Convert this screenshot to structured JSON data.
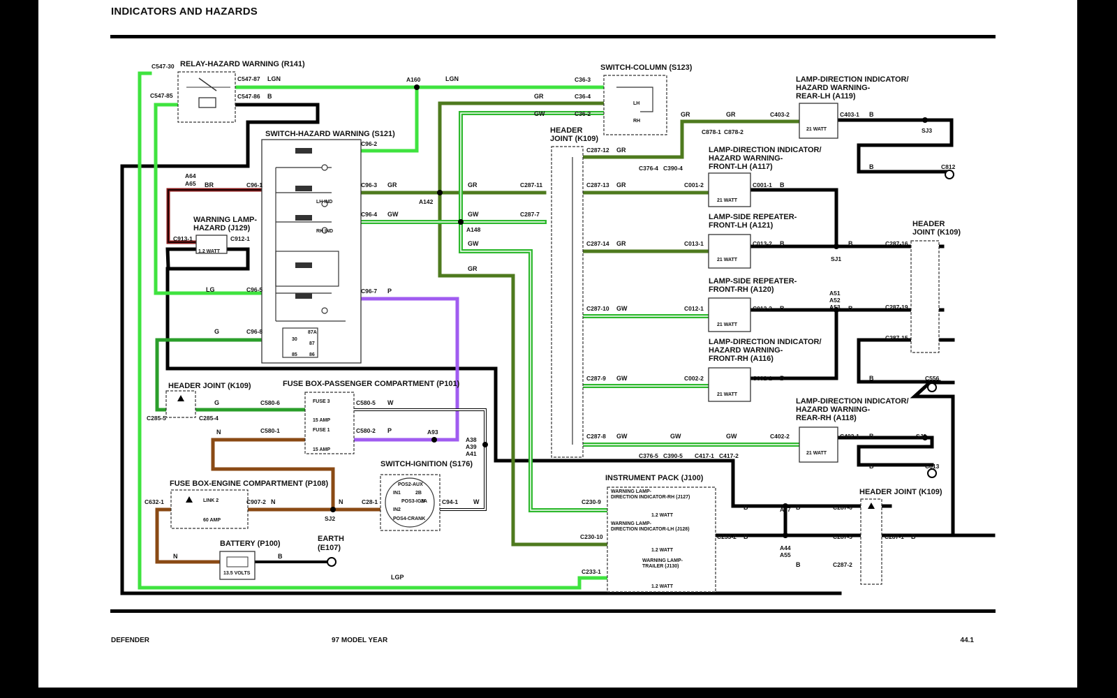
{
  "page": {
    "title": "INDICATORS AND HAZARDS",
    "footer_left": "DEFENDER",
    "footer_mid": "97 MODEL YEAR",
    "footer_right": "44.1"
  },
  "colors": {
    "LGN": "#3fe33f",
    "LG": "#3fe33f",
    "LGP": "#3fe33f",
    "GR": "#4e7a1e",
    "GW": "#2db82d",
    "G": "#2a9e2a",
    "B": "#000000",
    "BR": "#8b1a1a",
    "P": "#a05cf0",
    "N": "#8a4a14",
    "W": "#ffffff"
  },
  "components": {
    "relay": "RELAY-HAZARD WARNING (R141)",
    "switch_hazard": "SWITCH-HAZARD WARNING (S121)",
    "warning_lamp": "WARNING LAMP-HAZARD (J129)",
    "warning_lamp_l1": "WARNING LAMP-",
    "warning_lamp_l2": "HAZARD (J129)",
    "header_joint_left": "HEADER JOINT (K109)",
    "fuse_pass": "FUSE BOX-PASSENGER COMPARTMENT (P101)",
    "fuse_engine": "FUSE BOX-ENGINE COMPARTMENT (P108)",
    "battery": "BATTERY (P100)",
    "earth_l1": "EARTH",
    "earth_l2": "(E107)",
    "ignition": "SWITCH-IGNITION (S176)",
    "column": "SWITCH-COLUMN (S123)",
    "header_joint_mid_l1": "HEADER",
    "header_joint_mid_l2": "JOINT (K109)",
    "instrument": "INSTRUMENT PACK (J100)",
    "lamp_rear_lh": [
      "LAMP-DIRECTION INDICATOR/",
      "HAZARD WARNING-",
      "REAR-LH (A119)"
    ],
    "lamp_front_lh": [
      "LAMP-DIRECTION INDICATOR/",
      "HAZARD WARNING-",
      "FRONT-LH (A117)"
    ],
    "lamp_rep_lh": [
      "LAMP-SIDE REPEATER-",
      "FRONT-LH (A121)"
    ],
    "lamp_rep_rh": [
      "LAMP-SIDE REPEATER-",
      "FRONT-RH (A120)"
    ],
    "lamp_front_rh": [
      "LAMP-DIRECTION INDICATOR/",
      "HAZARD WARNING-",
      "FRONT-RH (A116)"
    ],
    "lamp_rear_rh": [
      "LAMP-DIRECTION INDICATOR/",
      "HAZARD WARNING-",
      "REAR-RH (A118)"
    ],
    "header_joint_right_l1": "HEADER",
    "header_joint_right_l2": "JOINT (K109)",
    "header_joint_br": "HEADER JOINT (K109)"
  },
  "ratings": {
    "w21": "21 WATT",
    "w12": "1.2 WATT",
    "fuse3": "FUSE 3",
    "fuse1": "FUSE 1",
    "amp15": "15 AMP",
    "link2": "LINK 2",
    "amp60": "60 AMP",
    "volts": "13.5 VOLTS"
  },
  "instrument_items": {
    "rh_l1": "WARNING LAMP-",
    "rh_l2": "DIRECTION INDICATOR-RH (J127)",
    "lh_l1": "WARNING LAMP-",
    "lh_l2": "DIRECTION INDICATOR-LH (J128)",
    "tr_l1": "WARNING LAMP-",
    "tr_l2": "TRAILER (J130)"
  },
  "switch_labels": {
    "lh_ind": "LH IND",
    "rh_ind": "RH IND",
    "lh": "LH",
    "rh": "RH",
    "r30": "30",
    "r87a": "87A",
    "r87": "87",
    "r85": "85",
    "r86": "86",
    "pos2": "POS2-AUX",
    "in1": "IN1",
    "pos3": "POS3-IGN",
    "in2": "IN2",
    "pos4": "POS4-CRANK",
    "p2b": "2B",
    "p2a": "2A"
  },
  "connectors": {
    "c547_30": "C547-30",
    "c547_85": "C547-85",
    "c547_87": "C547-87",
    "c547_86": "C547-86",
    "a160": "A160",
    "c96_2": "C96-2",
    "a64": "A64",
    "a65": "A65",
    "c96_1": "C96-1",
    "c96_3": "C96-3",
    "c96_4": "C96-4",
    "c96_5": "C96-5",
    "c96_7": "C96-7",
    "c96_8": "C96-8",
    "c913_1": "C913-1",
    "c912_1": "C912-1",
    "a142": "A142",
    "a148": "A148",
    "c36_3": "C36-3",
    "c36_4": "C36-4",
    "c36_2": "C36-2",
    "c287_12": "C287-12",
    "c287_13": "C287-13",
    "c287_14": "C287-14",
    "c287_10": "C287-10",
    "c287_9": "C287-9",
    "c287_8": "C287-8",
    "c287_11": "C287-11",
    "c287_7": "C287-7",
    "c376_4": "C376-4",
    "c390_4": "C390-4",
    "c376_5": "C376-5",
    "c390_5": "C390-5",
    "c417_1": "C417-1",
    "c417_2": "C417-2",
    "c878_1": "C878-1",
    "c878_2": "C878-2",
    "c403_2": "C403-2",
    "c403_1": "C403-1",
    "sj3": "SJ3",
    "c812": "C812",
    "c001_2": "C001-2",
    "c001_1": "C001-1",
    "c013_1": "C013-1",
    "c013_2": "C013-2",
    "c012_1": "C012-1",
    "c012_2": "C012-2",
    "c002_2": "C002-2",
    "c002_1": "C002-1",
    "c402_2": "C402-2",
    "c402_1": "C402-1",
    "sj1": "SJ1",
    "sj2": "SJ2",
    "a51": "A51",
    "a52": "A52",
    "a53": "A53",
    "c287_16": "C287-16",
    "c287_19": "C287-19",
    "c287_15": "C287-15",
    "c556": "C556",
    "c813": "C813",
    "c285_5": "C285-5",
    "c285_4": "C285-4",
    "c580_6": "C580-6",
    "c580_1": "C580-1",
    "c580_5": "C580-5",
    "c580_2": "C580-2",
    "a93": "A93",
    "a38": "A38",
    "a39": "A39",
    "a41": "A41",
    "c632_1": "C632-1",
    "c907_2": "C907-2",
    "c28_1": "C28-1",
    "c94_1": "C94-1",
    "c230_9": "C230-9",
    "c230_10": "C230-10",
    "c233_1": "C233-1",
    "c233_2": "C233-2",
    "a57": "A57",
    "a44": "A44",
    "a55": "A55",
    "c287_6": "C287-6",
    "c287_5": "C287-5",
    "c287_2": "C287-2",
    "c287_1": "C287-1"
  },
  "wires": {
    "lgn": "LGN",
    "lg": "LG",
    "lgp": "LGP",
    "gr": "GR",
    "gw": "GW",
    "g": "G",
    "b": "B",
    "br": "BR",
    "p": "P",
    "n": "N",
    "w": "W"
  }
}
